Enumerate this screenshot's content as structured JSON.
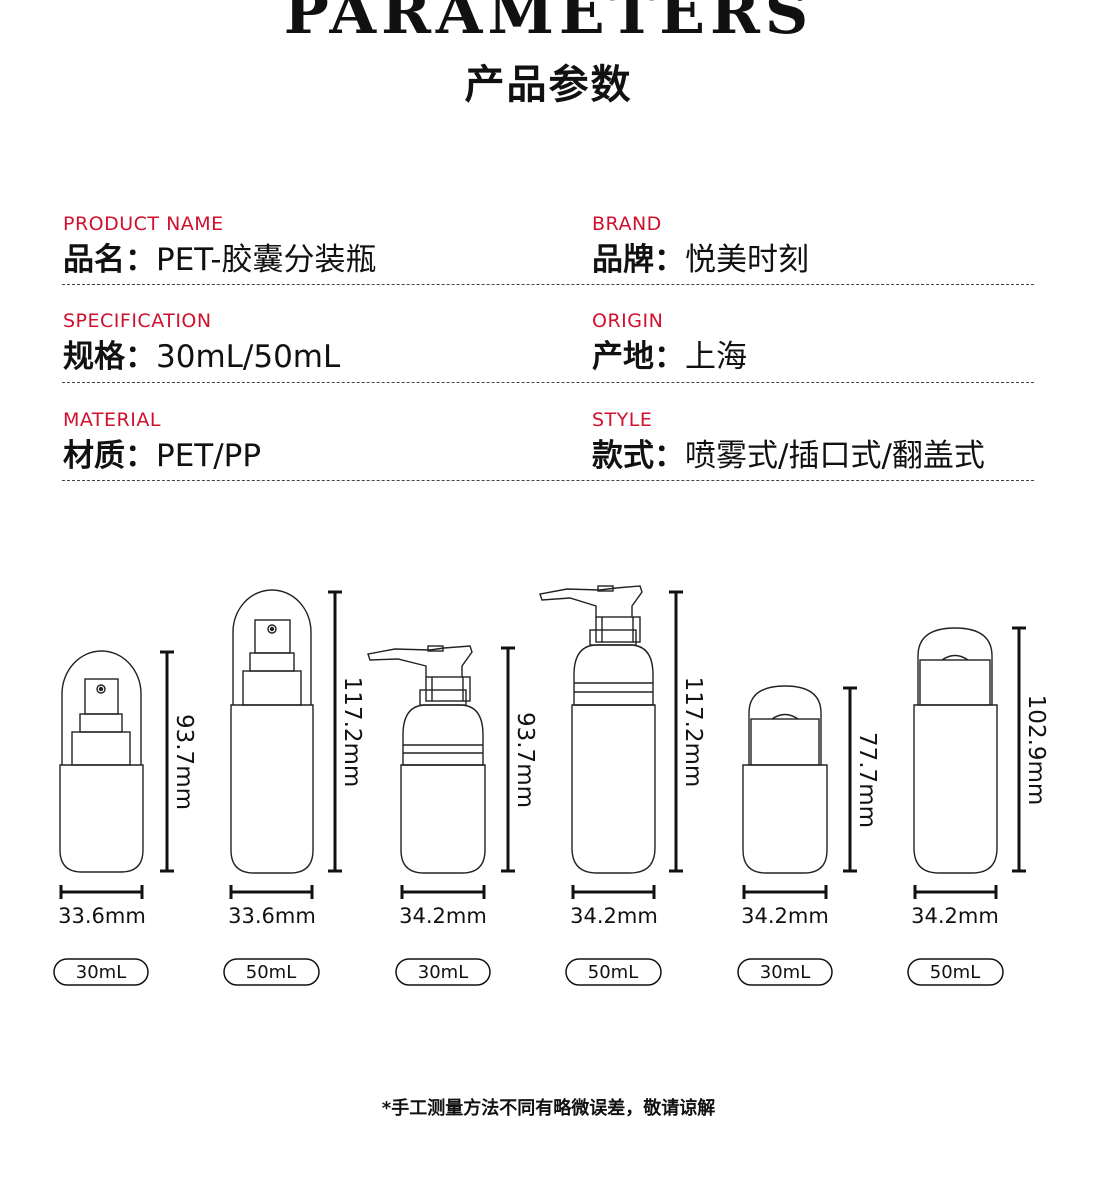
{
  "header": {
    "title_en": "PARAMETERS",
    "title_cn": "产品参数"
  },
  "params": [
    {
      "en": "PRODUCT NAME",
      "key": "品名：",
      "value": "PET-胶囊分装瓶"
    },
    {
      "en": "BRAND",
      "key": "品牌：",
      "value": "悦美时刻"
    },
    {
      "en": "SPECIFICATION",
      "key": "规格：",
      "value": "30mL/50mL"
    },
    {
      "en": "ORIGIN",
      "key": "产地：",
      "value": "上海"
    },
    {
      "en": "MATERIAL",
      "key": "材质：",
      "value": "PET/PP"
    },
    {
      "en": "STYLE",
      "key": "款式：",
      "value": "喷雾式/插口式/翻盖式"
    }
  ],
  "products": [
    {
      "closure": "spray",
      "height": "93.7mm",
      "width": "33.6mm",
      "volume": "30mL"
    },
    {
      "closure": "spray",
      "height": "117.2mm",
      "width": "33.6mm",
      "volume": "50mL"
    },
    {
      "closure": "pump",
      "height": "93.7mm",
      "width": "34.2mm",
      "volume": "30mL"
    },
    {
      "closure": "pump",
      "height": "117.2mm",
      "width": "34.2mm",
      "volume": "50mL"
    },
    {
      "closure": "flip-cap",
      "height": "77.7mm",
      "width": "34.2mm",
      "volume": "30mL"
    },
    {
      "closure": "flip-cap",
      "height": "102.9mm",
      "width": "34.2mm",
      "volume": "50mL"
    }
  ],
  "note": "*手工测量方法不同有略微误差，敬请谅解",
  "colors": {
    "accent": "#d0102c",
    "text": "#111111"
  }
}
